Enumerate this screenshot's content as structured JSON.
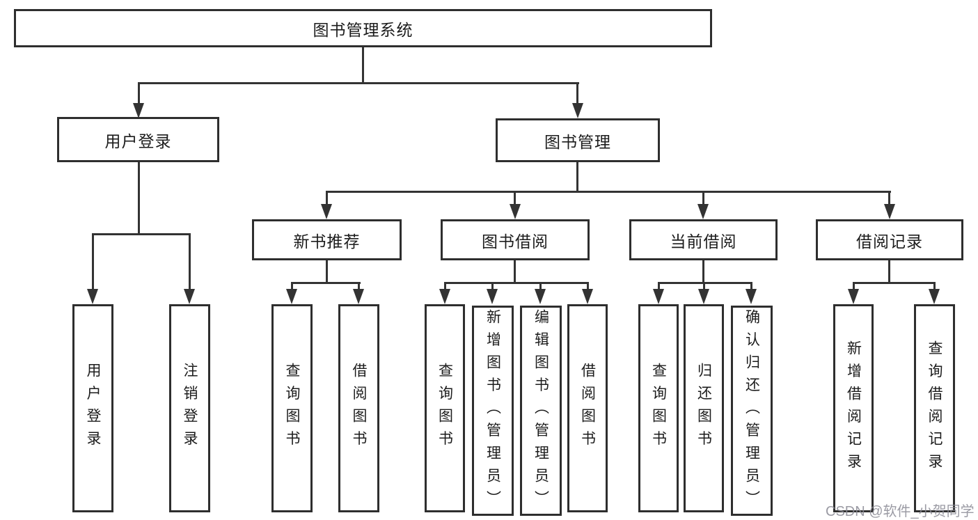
{
  "diagram": {
    "root": {
      "label": "图书管理系统"
    },
    "branches": [
      {
        "label": "用户登录",
        "leaves": [
          "用户登录",
          "注销登录"
        ]
      },
      {
        "label": "图书管理",
        "children": [
          {
            "label": "新书推荐",
            "leaves": [
              "查询图书",
              "借阅图书"
            ]
          },
          {
            "label": "图书借阅",
            "leaves": [
              "查询图书",
              "新增图书（管理员）",
              "编辑图书（管理员）",
              "借阅图书"
            ]
          },
          {
            "label": "当前借阅",
            "leaves": [
              "查询图书",
              "归还图书",
              "确认归还（管理员）"
            ]
          },
          {
            "label": "借阅记录",
            "leaves": [
              "新增借阅记录",
              "查询借阅记录"
            ]
          }
        ]
      }
    ]
  },
  "watermark": {
    "text": "CSDN @软件_小贺同学"
  },
  "colors": {
    "line": "#333333",
    "border": "#2e2e2e",
    "text": "#1c1c1c",
    "watermark": "#8a8a94"
  }
}
